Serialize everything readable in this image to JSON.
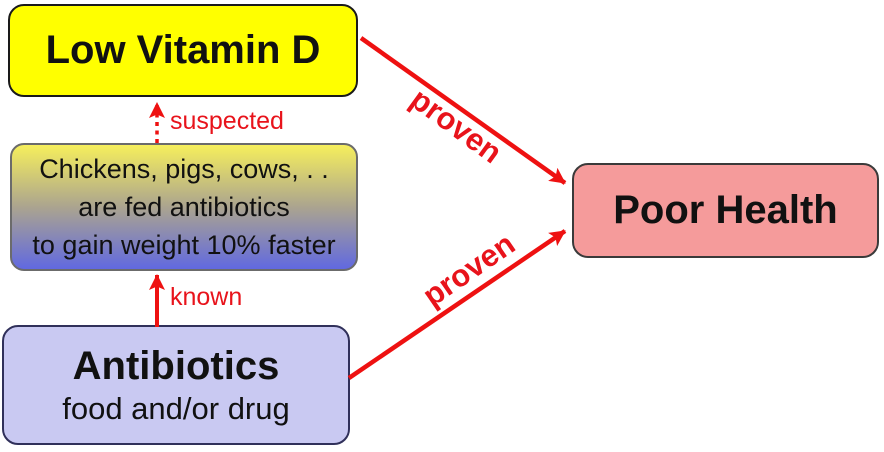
{
  "diagram": {
    "nodes": {
      "low_vitamin_d": {
        "label": "Low Vitamin D"
      },
      "farm_animals_fact": {
        "lines": [
          "Chickens, pigs, cows, . .",
          "are fed antibiotics",
          "to gain weight 10% faster"
        ]
      },
      "antibiotics": {
        "title": "Antibiotics",
        "subtitle": "food and/or drug"
      },
      "poor_health": {
        "label": "Poor Health"
      }
    },
    "edges": {
      "suspected": {
        "label": "suspected",
        "style": "dashed",
        "from": "farm_animals_fact",
        "to": "low_vitamin_d"
      },
      "known": {
        "label": "known",
        "style": "solid",
        "from": "antibiotics",
        "to": "farm_animals_fact"
      },
      "proven_top": {
        "label": "proven",
        "style": "solid",
        "from": "low_vitamin_d",
        "to": "poor_health"
      },
      "proven_bottom": {
        "label": "proven",
        "style": "solid",
        "from": "antibiotics",
        "to": "poor_health"
      }
    },
    "colors": {
      "arrow_red": "#ee1111",
      "label_red": "#e8131b",
      "low_vitamin_d_fill": "#ffff00",
      "fact_gradient_top": "#f6ef5c",
      "fact_gradient_bottom": "#6169e0",
      "antibiotics_fill": "#c9c9f2",
      "poor_health_fill": "#f59b9b",
      "background": "#ffffff"
    }
  }
}
